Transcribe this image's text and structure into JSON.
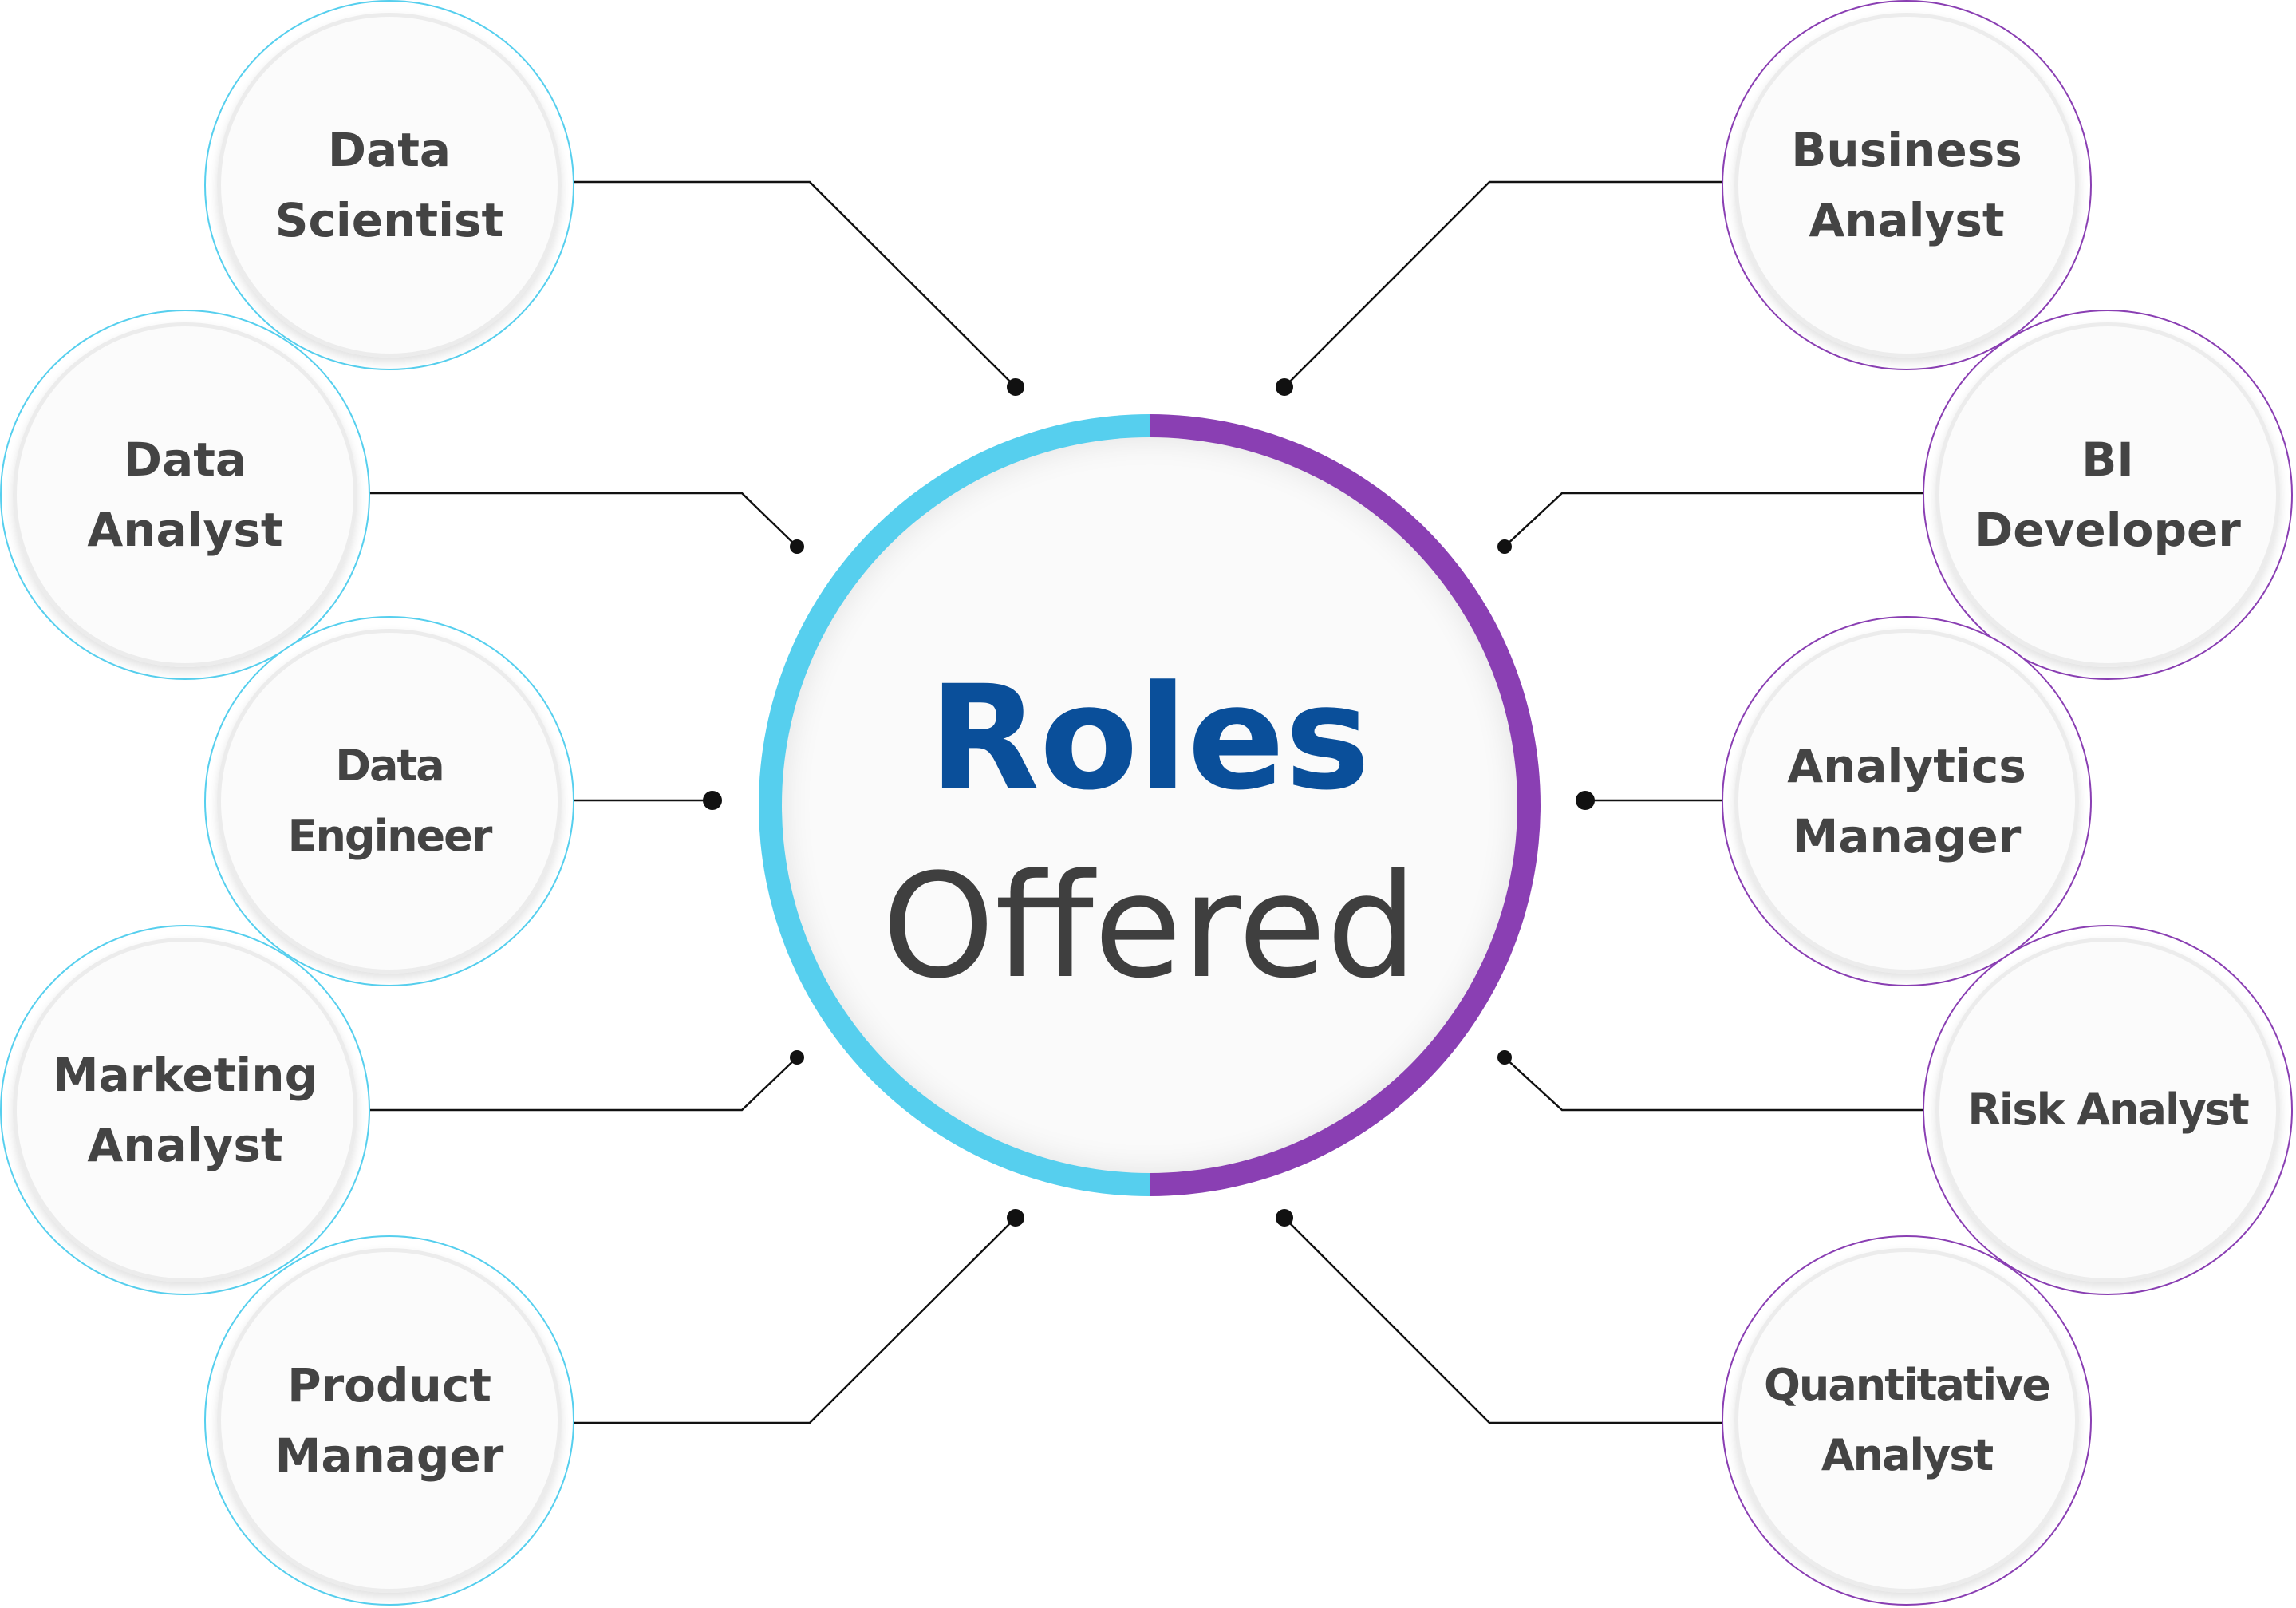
{
  "colors": {
    "left_accent": "#56cfee",
    "right_accent": "#8a3fb3",
    "title_primary": "#0a4f9a",
    "title_secondary": "#3f3f3f",
    "label_text": "#444444",
    "connector": "#111111"
  },
  "center": {
    "line1": "Roles",
    "line2": "Offered"
  },
  "roles_left": [
    {
      "line1": "Data",
      "line2": "Scientist"
    },
    {
      "line1": "Data",
      "line2": "Analyst"
    },
    {
      "line1": "Data",
      "line2": "Engineer"
    },
    {
      "line1": "Marketing",
      "line2": "Analyst"
    },
    {
      "line1": "Product",
      "line2": "Manager"
    }
  ],
  "roles_right": [
    {
      "line1": "Business",
      "line2": "Analyst"
    },
    {
      "line1": "BI",
      "line2": "Developer"
    },
    {
      "line1": "Analytics",
      "line2": "Manager"
    },
    {
      "line1": "Risk Analyst"
    },
    {
      "line1": "Quantitative",
      "line2": "Analyst"
    }
  ]
}
